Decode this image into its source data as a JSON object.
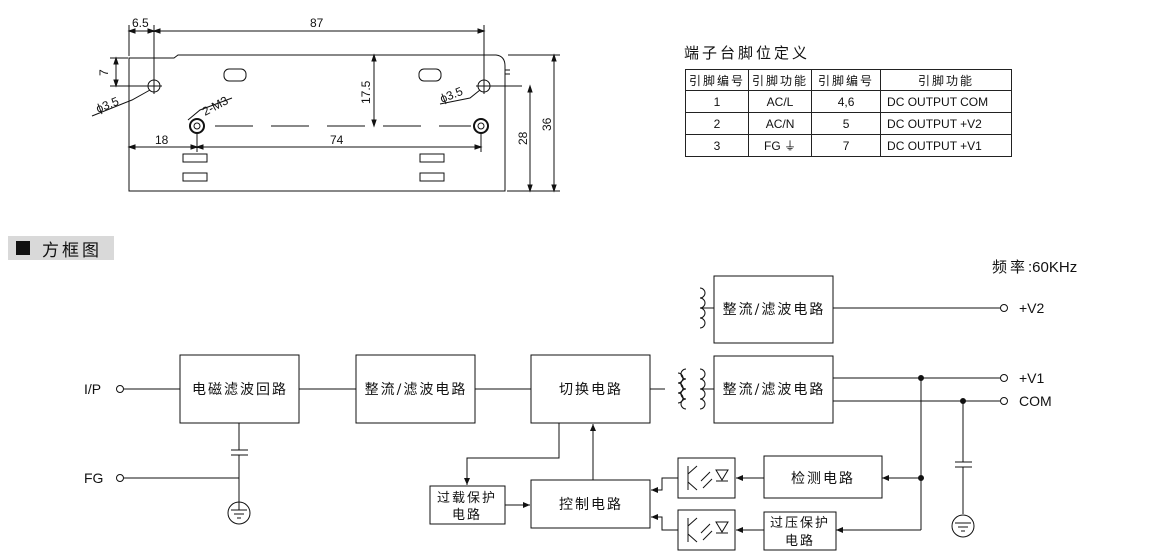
{
  "mechanical": {
    "dim_6_5": "6.5",
    "dim_87": "87",
    "dim_7": "7",
    "dim_phi_left": "ϕ3.5",
    "dim_phi_right": "ϕ3.5",
    "dim_2m3": "2-M3",
    "dim_17_5": "17.5",
    "dim_18": "18",
    "dim_74": "74",
    "dim_28": "28",
    "dim_36": "36"
  },
  "pin_table": {
    "title": "端子台脚位定义",
    "headers": [
      "引脚编号",
      "引脚功能",
      "引脚编号",
      "引脚功能"
    ],
    "rows": [
      [
        "1",
        "AC/L",
        "4,6",
        "DC OUTPUT COM"
      ],
      [
        "2",
        "AC/N",
        "5",
        "DC OUTPUT +V2"
      ],
      [
        "3",
        "FG ⏚",
        "7",
        "DC OUTPUT +V1"
      ]
    ]
  },
  "block_diagram": {
    "section_title": "方框图",
    "frequency_label": "频率",
    "frequency_value": ":60KHz",
    "blocks": {
      "emi_filter": "电磁滤波回路",
      "rectifier_in": "整流/滤波电路",
      "switching": "切换电路",
      "rectifier_v2": "整流/滤波电路",
      "rectifier_v1": "整流/滤波电路",
      "overload_1": "过载保护",
      "overload_2": "电路",
      "control": "控制电路",
      "detection": "检测电路",
      "overvoltage_1": "过压保护",
      "overvoltage_2": "电路"
    },
    "terminals": {
      "input": "I/P",
      "fg": "FG",
      "v2": "+V2",
      "v1": "+V1",
      "com": "COM"
    }
  }
}
